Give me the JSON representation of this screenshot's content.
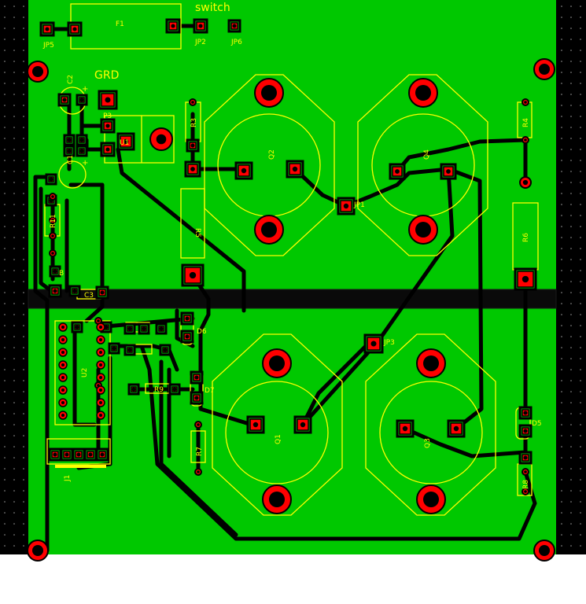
{
  "colors": {
    "board": "#00c800",
    "background": "#000000",
    "silkscreen": "#ffff00",
    "pad": "#ff0000",
    "trace": "#000000"
  },
  "labels": {
    "switch": "switch",
    "grd": "GRD",
    "f1": "F1",
    "jp5": "JP5",
    "jp2": "JP2",
    "jp6": "JP6",
    "c2": "C2",
    "c1": "C1",
    "u1": "U1",
    "p3": "P3",
    "r3": "R3",
    "r4": "R4",
    "r5": "R5",
    "r6": "R6",
    "r7": "R7",
    "r8": "R8",
    "r11": "R11",
    "r1": "R1",
    "q1": "Q1",
    "q2": "Q2",
    "q3": "Q3",
    "q4": "Q4",
    "jp1": "JP1",
    "jp3": "JP3",
    "u2": "U2",
    "j1": "J1",
    "d5": "D5",
    "d6": "D6",
    "d7": "D7",
    "r9": "R9",
    "c3": "C3",
    "b": "B"
  }
}
